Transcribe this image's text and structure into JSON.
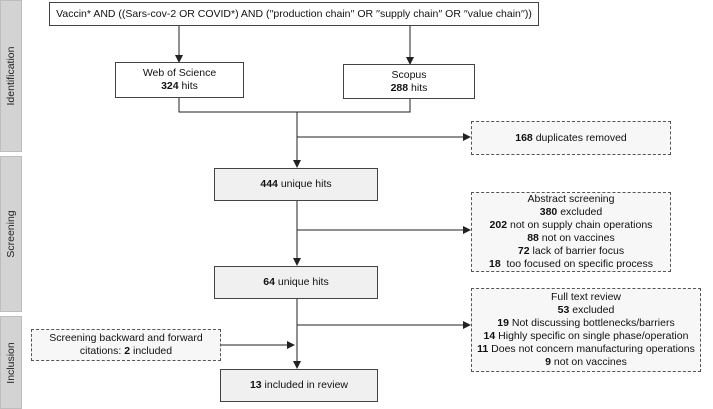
{
  "phases": {
    "identification": "Identification",
    "screening": "Screening",
    "inclusion": "Inclusion"
  },
  "query": "Vaccin* AND ((Sars-cov-2 OR COVID*) AND (′′production chain′′ OR ′′supply chain′′ OR ′′value chain′′))",
  "wos": {
    "name": "Web of Science",
    "count": "324",
    "unit": " hits"
  },
  "scopus": {
    "name": "Scopus",
    "count": "288",
    "unit": " hits"
  },
  "duplicates": {
    "count": "168",
    "text": " duplicates removed"
  },
  "unique1": {
    "count": "444",
    "text": " unique hits"
  },
  "abstract": {
    "title": "Abstract screening",
    "lines": [
      {
        "count": "380",
        "text": " excluded"
      },
      {
        "count": "202",
        "text": " not on supply chain operations"
      },
      {
        "count": "88",
        "text": " not on vaccines"
      },
      {
        "count": "72",
        "text": " lack of barrier focus"
      },
      {
        "count": "18",
        "text": "  too focused on specific process"
      }
    ]
  },
  "unique2": {
    "count": "64",
    "text": " unique hits"
  },
  "fulltext": {
    "title": "Full text review",
    "lines": [
      {
        "count": "53",
        "text": " excluded"
      },
      {
        "count": "19",
        "text": " Not discussing bottlenecks/barriers"
      },
      {
        "count": "14",
        "text": " Highly specific on single phase/operation"
      },
      {
        "count": "11",
        "text": " Does not concern manufacturing operations"
      },
      {
        "count": "9",
        "text": " not on vaccines"
      }
    ]
  },
  "backward": {
    "line1": "Screening backward and forward",
    "line2_pre": "citations: ",
    "line2_count": "2",
    "line2_post": " included"
  },
  "final": {
    "count": "13",
    "text": " included in review"
  }
}
